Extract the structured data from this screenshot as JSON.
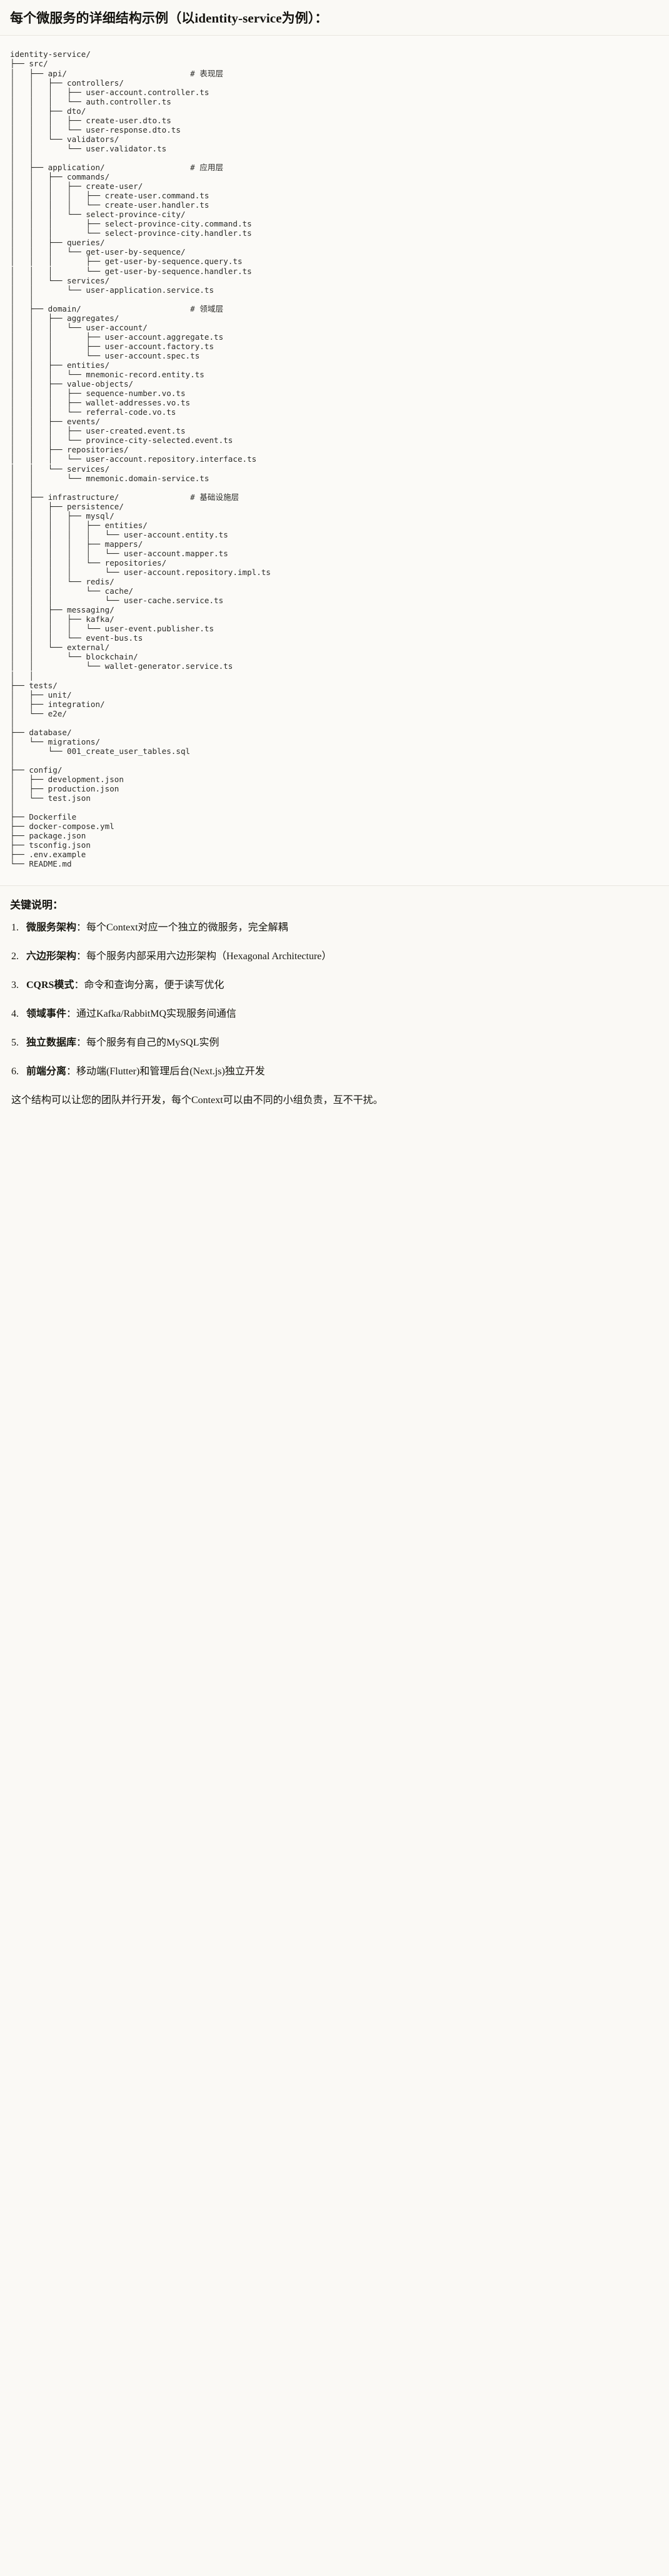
{
  "heading": "每个微服务的详细结构示例（以identity-service为例）：",
  "tree": {
    "root": "identity-service/",
    "lines": [
      "identity-service/",
      "├── src/",
      "│   ├── api/                          # 表现层",
      "│   │   ├── controllers/",
      "│   │   │   ├── user-account.controller.ts",
      "│   │   │   └── auth.controller.ts",
      "│   │   ├── dto/",
      "│   │   │   ├── create-user.dto.ts",
      "│   │   │   └── user-response.dto.ts",
      "│   │   └── validators/",
      "│   │       └── user.validator.ts",
      "│   │",
      "│   ├── application/                  # 应用层",
      "│   │   ├── commands/",
      "│   │   │   ├── create-user/",
      "│   │   │   │   ├── create-user.command.ts",
      "│   │   │   │   └── create-user.handler.ts",
      "│   │   │   └── select-province-city/",
      "│   │   │       ├── select-province-city.command.ts",
      "│   │   │       └── select-province-city.handler.ts",
      "│   │   ├── queries/",
      "│   │   │   └── get-user-by-sequence/",
      "│   │   │       ├── get-user-by-sequence.query.ts",
      "│   │   │       └── get-user-by-sequence.handler.ts",
      "│   │   └── services/",
      "│   │       └── user-application.service.ts",
      "│   │",
      "│   ├── domain/                       # 领域层",
      "│   │   ├── aggregates/",
      "│   │   │   └── user-account/",
      "│   │   │       ├── user-account.aggregate.ts",
      "│   │   │       ├── user-account.factory.ts",
      "│   │   │       └── user-account.spec.ts",
      "│   │   ├── entities/",
      "│   │   │   └── mnemonic-record.entity.ts",
      "│   │   ├── value-objects/",
      "│   │   │   ├── sequence-number.vo.ts",
      "│   │   │   ├── wallet-addresses.vo.ts",
      "│   │   │   └── referral-code.vo.ts",
      "│   │   ├── events/",
      "│   │   │   ├── user-created.event.ts",
      "│   │   │   └── province-city-selected.event.ts",
      "│   │   ├── repositories/",
      "│   │   │   └── user-account.repository.interface.ts",
      "│   │   └── services/",
      "│   │       └── mnemonic.domain-service.ts",
      "│   │",
      "│   ├── infrastructure/               # 基础设施层",
      "│   │   ├── persistence/",
      "│   │   │   ├── mysql/",
      "│   │   │   │   ├── entities/",
      "│   │   │   │   │   └── user-account.entity.ts",
      "│   │   │   │   ├── mappers/",
      "│   │   │   │   │   └── user-account.mapper.ts",
      "│   │   │   │   └── repositories/",
      "│   │   │   │       └── user-account.repository.impl.ts",
      "│   │   │   └── redis/",
      "│   │   │       └── cache/",
      "│   │   │           └── user-cache.service.ts",
      "│   │   ├── messaging/",
      "│   │   │   ├── kafka/",
      "│   │   │   │   └── user-event.publisher.ts",
      "│   │   │   └── event-bus.ts",
      "│   │   └── external/",
      "│   │       └── blockchain/",
      "│   │           └── wallet-generator.service.ts",
      "│   │",
      "├── tests/",
      "│   ├── unit/",
      "│   ├── integration/",
      "│   └── e2e/",
      "│",
      "├── database/",
      "│   └── migrations/",
      "│       └── 001_create_user_tables.sql",
      "│",
      "├── config/",
      "│   ├── development.json",
      "│   ├── production.json",
      "│   └── test.json",
      "│",
      "├── Dockerfile",
      "├── docker-compose.yml",
      "├── package.json",
      "├── tsconfig.json",
      "├── .env.example",
      "└── README.md"
    ],
    "comments": [
      "# 表现层",
      "# 应用层",
      "# 领域层",
      "# 基础设施层"
    ]
  },
  "notes": {
    "title": "关键说明：",
    "items": [
      {
        "lead": "微服务架构",
        "text": "：每个Context对应一个独立的微服务，完全解耦"
      },
      {
        "lead": "六边形架构",
        "text": "：每个服务内部采用六边形架构（Hexagonal Architecture）"
      },
      {
        "lead": "CQRS模式",
        "text": "：命令和查询分离，便于读写优化"
      },
      {
        "lead": "领域事件",
        "text": "：通过Kafka/RabbitMQ实现服务间通信"
      },
      {
        "lead": "独立数据库",
        "text": "：每个服务有自己的MySQL实例"
      },
      {
        "lead": "前端分离",
        "text": "：移动端(Flutter)和管理后台(Next.js)独立开发"
      }
    ],
    "closing": "这个结构可以让您的团队并行开发，每个Context可以由不同的小组负责，互不干扰。"
  }
}
